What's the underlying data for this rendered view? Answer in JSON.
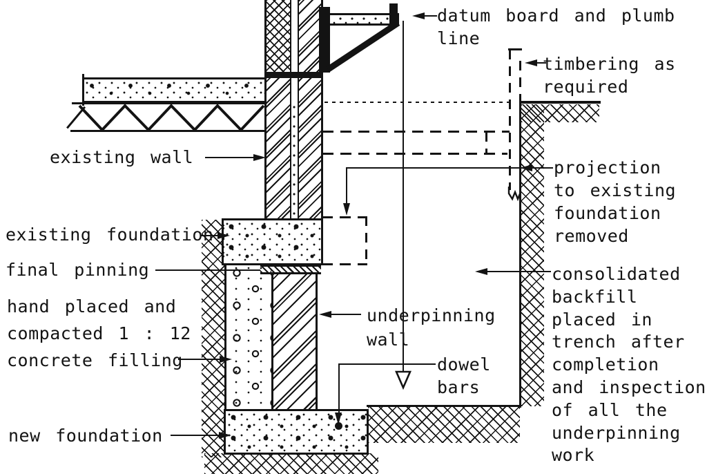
{
  "colors": {
    "ink": "#131313",
    "paper": "#ffffff"
  },
  "labels": {
    "datum_board": "datum board and plumb\nline",
    "timbering": "timbering as\nrequired",
    "existing_wall": "existing wall",
    "projection": "projection\nto existing\nfoundation\nremoved",
    "existing_foundation": "existing foundation",
    "final_pinning": "final pinning",
    "concrete_filling": "hand placed and\ncompacted 1 : 12\nconcrete filling",
    "underpinning_wall": "underpinning\nwall",
    "backfill": "consolidated\nbackfill\nplaced in\ntrench after\ncompletion\nand inspection\nof all the\nunderpinning\nwork",
    "dowel_bars": "dowel\nbars",
    "new_foundation": "new foundation"
  }
}
